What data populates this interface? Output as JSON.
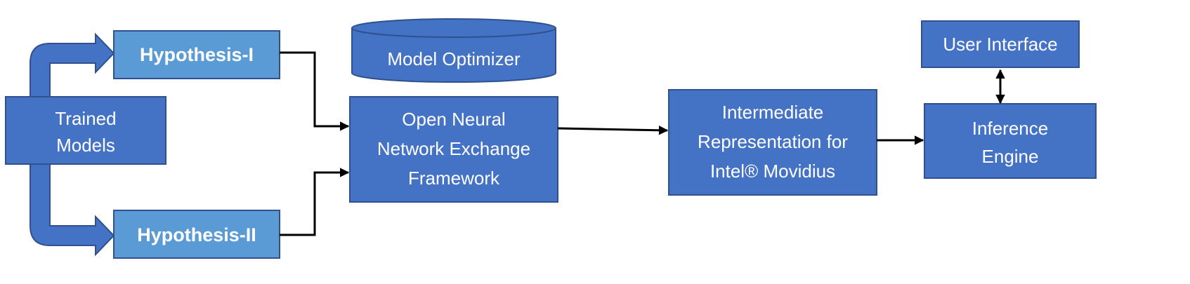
{
  "nodes": {
    "trained_models": {
      "line1": "Trained",
      "line2": "Models"
    },
    "hypothesis_1": {
      "label": "Hypothesis-I"
    },
    "hypothesis_2": {
      "label": "Hypothesis-II"
    },
    "model_optimizer": {
      "label": "Model Optimizer"
    },
    "onnx": {
      "line1": "Open Neural",
      "line2": "Network Exchange",
      "line3": "Framework"
    },
    "intermediate_representation": {
      "line1": "Intermediate",
      "line2": "Representation for",
      "line3": "Intel® Movidius"
    },
    "user_interface": {
      "label": "User Interface"
    },
    "inference_engine": {
      "line1": "Inference",
      "line2": "Engine"
    }
  },
  "colors": {
    "box_fill": "#4472c4",
    "hypothesis_fill": "#5b9bd5",
    "border": "#2f528f",
    "connector": "#000000",
    "text": "#ffffff"
  }
}
